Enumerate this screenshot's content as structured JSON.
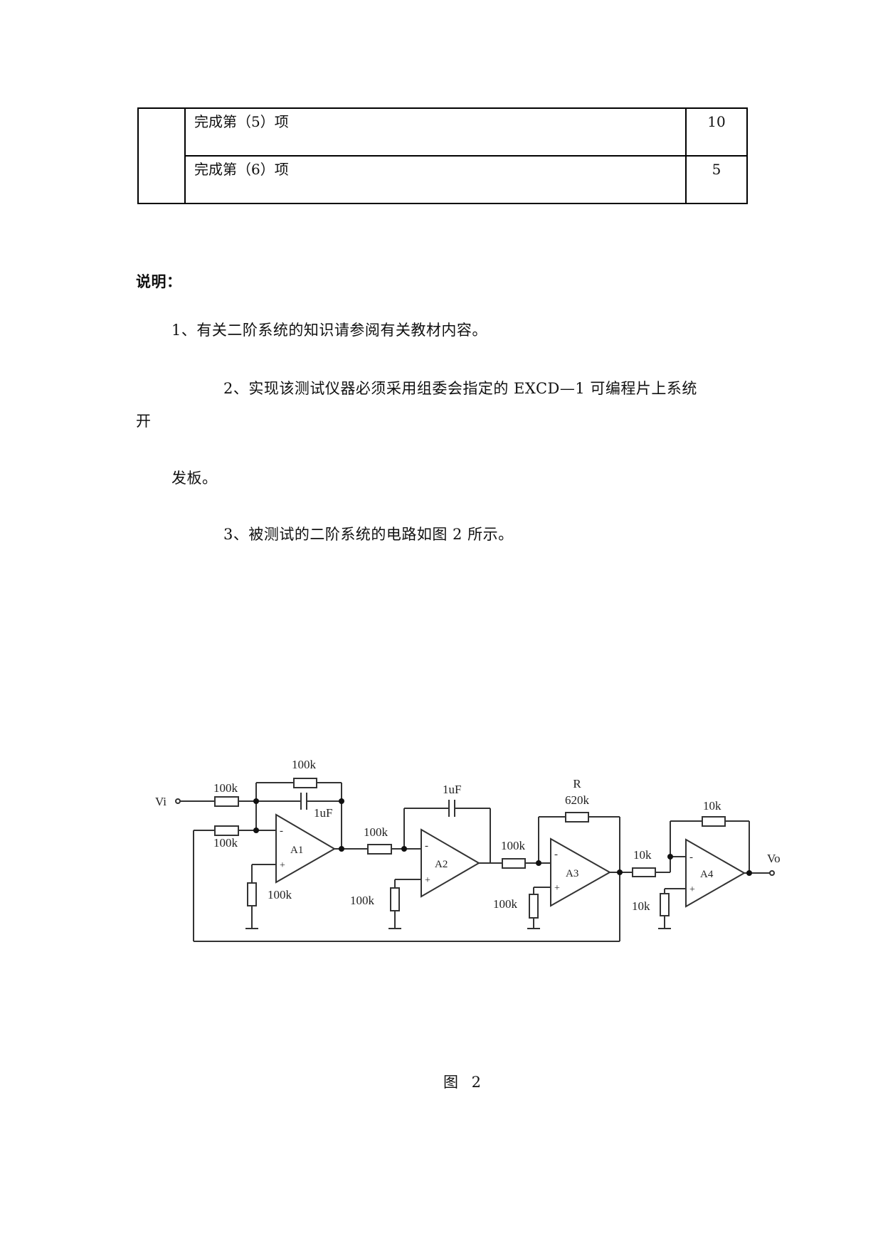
{
  "score_table": {
    "rows": [
      {
        "item": "完成第（5）项",
        "points": "10"
      },
      {
        "item": "完成第（6）项",
        "points": "5"
      }
    ]
  },
  "notes": {
    "heading": "说明：",
    "item1": "1、有关二阶系统的知识请参阅有关教材内容。",
    "item2_line1": "2、实现该测试仪器必须采用组委会指定的 EXCD—1 可编程片上系统",
    "item2_line2": "开",
    "item2_line3": "发板。",
    "item3": "3、被测试的二阶系统的电路如图 2 所示。"
  },
  "circuit": {
    "input_label": "Vi",
    "output_label": "Vo",
    "opamps": [
      "A1",
      "A2",
      "A3",
      "A4"
    ],
    "minus_sign": "-",
    "plus_sign": "+",
    "components": {
      "a1_input_resistor": "100k",
      "a1_feedback_resistor": "100k",
      "a1_feedback_capacitor": "1uF",
      "a1_loop_resistor": "100k",
      "a1_ground_resistor": "100k",
      "a2_input_resistor": "100k",
      "a2_feedback_capacitor": "1uF",
      "a2_ground_resistor": "100k",
      "a3_input_resistor": "100k",
      "a3_feedback_resistor_name": "R",
      "a3_feedback_resistor": "620k",
      "a3_ground_resistor": "100k",
      "a4_input_resistor": "10k",
      "a4_feedback_resistor": "10k",
      "a4_ground_resistor": "10k"
    }
  },
  "figure_caption": "图 2"
}
